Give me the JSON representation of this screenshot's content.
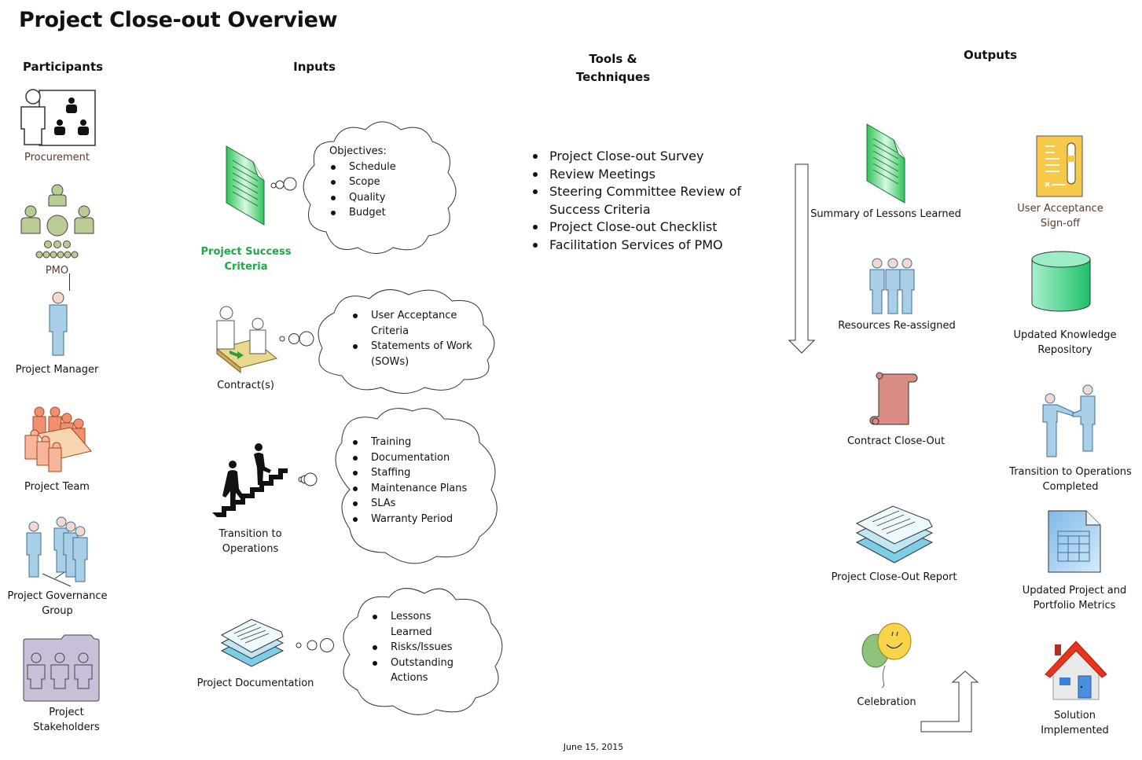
{
  "title": "Project Close-out Overview",
  "headers": {
    "participants": "Participants",
    "inputs": "Inputs",
    "tools_line1": "Tools &",
    "tools_line2": "Techniques",
    "outputs": "Outputs"
  },
  "participants": [
    {
      "label": "Procurement",
      "icon": "procurement-icon"
    },
    {
      "label": "PMO",
      "icon": "pmo-org-icon"
    },
    {
      "label": "Project Manager",
      "icon": "person-icon"
    },
    {
      "label": "Project Team",
      "icon": "team-table-icon"
    },
    {
      "label_line1": "Project Governance",
      "label_line2": "Group",
      "icon": "people-group-icon"
    },
    {
      "label_line1": "Project",
      "label_line2": "Stakeholders",
      "icon": "stakeholders-folder-icon"
    }
  ],
  "inputs": [
    {
      "label": "Project Success Criteria",
      "icon": "green-document-icon",
      "cloud_heading": "Objectives:",
      "cloud_items": [
        "Schedule",
        "Scope",
        "Quality",
        "Budget"
      ]
    },
    {
      "label": "Contract(s)",
      "icon": "contract-meeting-icon",
      "cloud_items": [
        "User Acceptance Criteria",
        "Statements of Work (SOWs)"
      ]
    },
    {
      "label_line1": "Transition to",
      "label_line2": "Operations",
      "icon": "stairs-icon",
      "cloud_items": [
        "Training",
        "Documentation",
        "Staffing",
        "Maintenance Plans",
        "SLAs",
        "Warranty Period"
      ]
    },
    {
      "label": "Project Documentation",
      "icon": "document-stack-icon",
      "cloud_items": [
        "Lessons Learned",
        "Risks/Issues",
        "Outstanding Actions"
      ]
    }
  ],
  "tools": [
    "Project Close-out Survey",
    "Review Meetings",
    "Steering Committee Review of Success Criteria",
    "Project Close-out Checklist",
    "Facilitation Services of PMO"
  ],
  "outputs": [
    {
      "label": "Summary of Lessons Learned",
      "icon": "green-document-icon"
    },
    {
      "label_line1": "User Acceptance",
      "label_line2": "Sign-off",
      "icon": "signoff-icon"
    },
    {
      "label": "Resources Re-assigned",
      "icon": "people-icon"
    },
    {
      "label_line1": "Updated Knowledge",
      "label_line2": "Repository",
      "icon": "database-icon"
    },
    {
      "label": "Contract Close-Out",
      "icon": "scroll-icon"
    },
    {
      "label_line1": "Transition to Operations",
      "label_line2": "Completed",
      "icon": "handshake-icon"
    },
    {
      "label": "Project Close-Out Report",
      "icon": "document-stack-icon"
    },
    {
      "label_line1": "Updated Project and",
      "label_line2": "Portfolio Metrics",
      "icon": "spreadsheet-icon"
    },
    {
      "label": "Celebration",
      "icon": "balloons-icon"
    },
    {
      "label_line1": "Solution",
      "label_line2": "Implemented",
      "icon": "house-icon"
    }
  ],
  "footer_date": "June 15, 2015",
  "colors": {
    "green_label": "#1fa64a",
    "doc_green": "#3cd16a",
    "pmo_green": "#b9cc94",
    "stakeholder_purple": "#c9bfd9",
    "signoff_yellow": "#f7c94a",
    "scroll_red": "#d98b86",
    "db_green": "#5fe0a0",
    "person_blue": "#a9cfe6"
  }
}
